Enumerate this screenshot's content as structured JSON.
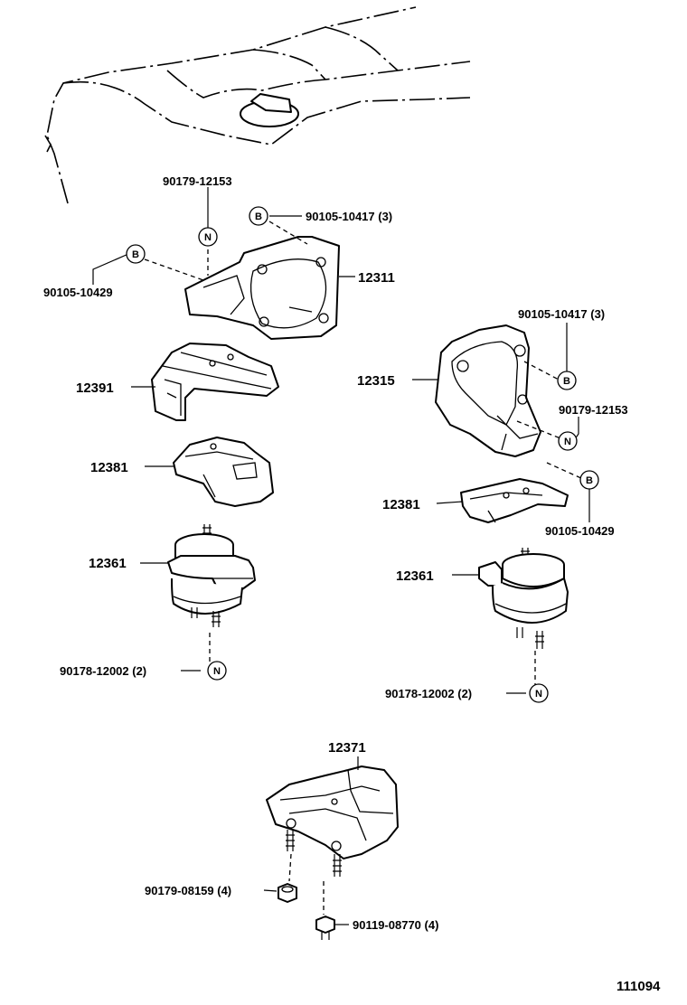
{
  "diagram": {
    "figure_number": "111094",
    "callouts": [
      {
        "id": "pn-90179-12153-left",
        "text": "90179-12153"
      },
      {
        "id": "pn-90105-10417-left",
        "text": "90105-10417 (3)"
      },
      {
        "id": "pn-90105-10429-left",
        "text": "90105-10429"
      },
      {
        "id": "ref-12311",
        "text": "12311"
      },
      {
        "id": "ref-12391",
        "text": "12391"
      },
      {
        "id": "ref-12381-left",
        "text": "12381"
      },
      {
        "id": "ref-12361-left",
        "text": "12361"
      },
      {
        "id": "pn-90178-12002-left",
        "text": "90178-12002 (2)"
      },
      {
        "id": "pn-90105-10417-right",
        "text": "90105-10417 (3)"
      },
      {
        "id": "ref-12315",
        "text": "12315"
      },
      {
        "id": "pn-90179-12153-right",
        "text": "90179-12153"
      },
      {
        "id": "ref-12381-right",
        "text": "12381"
      },
      {
        "id": "pn-90105-10429-right",
        "text": "90105-10429"
      },
      {
        "id": "ref-12361-right",
        "text": "12361"
      },
      {
        "id": "pn-90178-12002-right",
        "text": "90178-12002 (2)"
      },
      {
        "id": "ref-12371",
        "text": "12371"
      },
      {
        "id": "pn-90179-08159",
        "text": "90179-08159 (4)"
      },
      {
        "id": "pn-90119-08770",
        "text": "90119-08770 (4)"
      }
    ],
    "fastener_codes": {
      "bolt": "B",
      "nut": "N"
    }
  }
}
